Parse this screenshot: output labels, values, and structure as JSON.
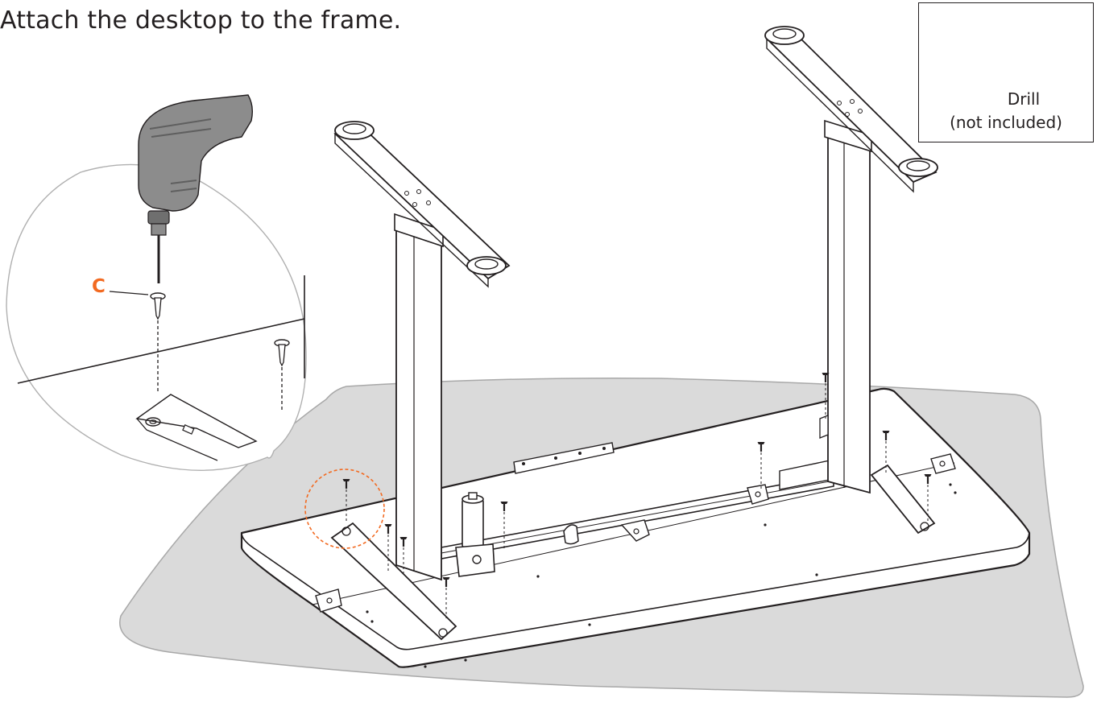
{
  "instruction": "Attach the desktop to the frame.",
  "tool_box": {
    "name": "Drill",
    "note": "(not included)"
  },
  "callout": {
    "part_letter": "C"
  },
  "colors": {
    "accent": "#f26a21",
    "line": "#231f20",
    "mat": "#d9d9d9",
    "drill_body": "#8c8c8c"
  },
  "icons": [
    "drill-icon",
    "screw-icon",
    "zoom-circle",
    "highlight-circle"
  ]
}
